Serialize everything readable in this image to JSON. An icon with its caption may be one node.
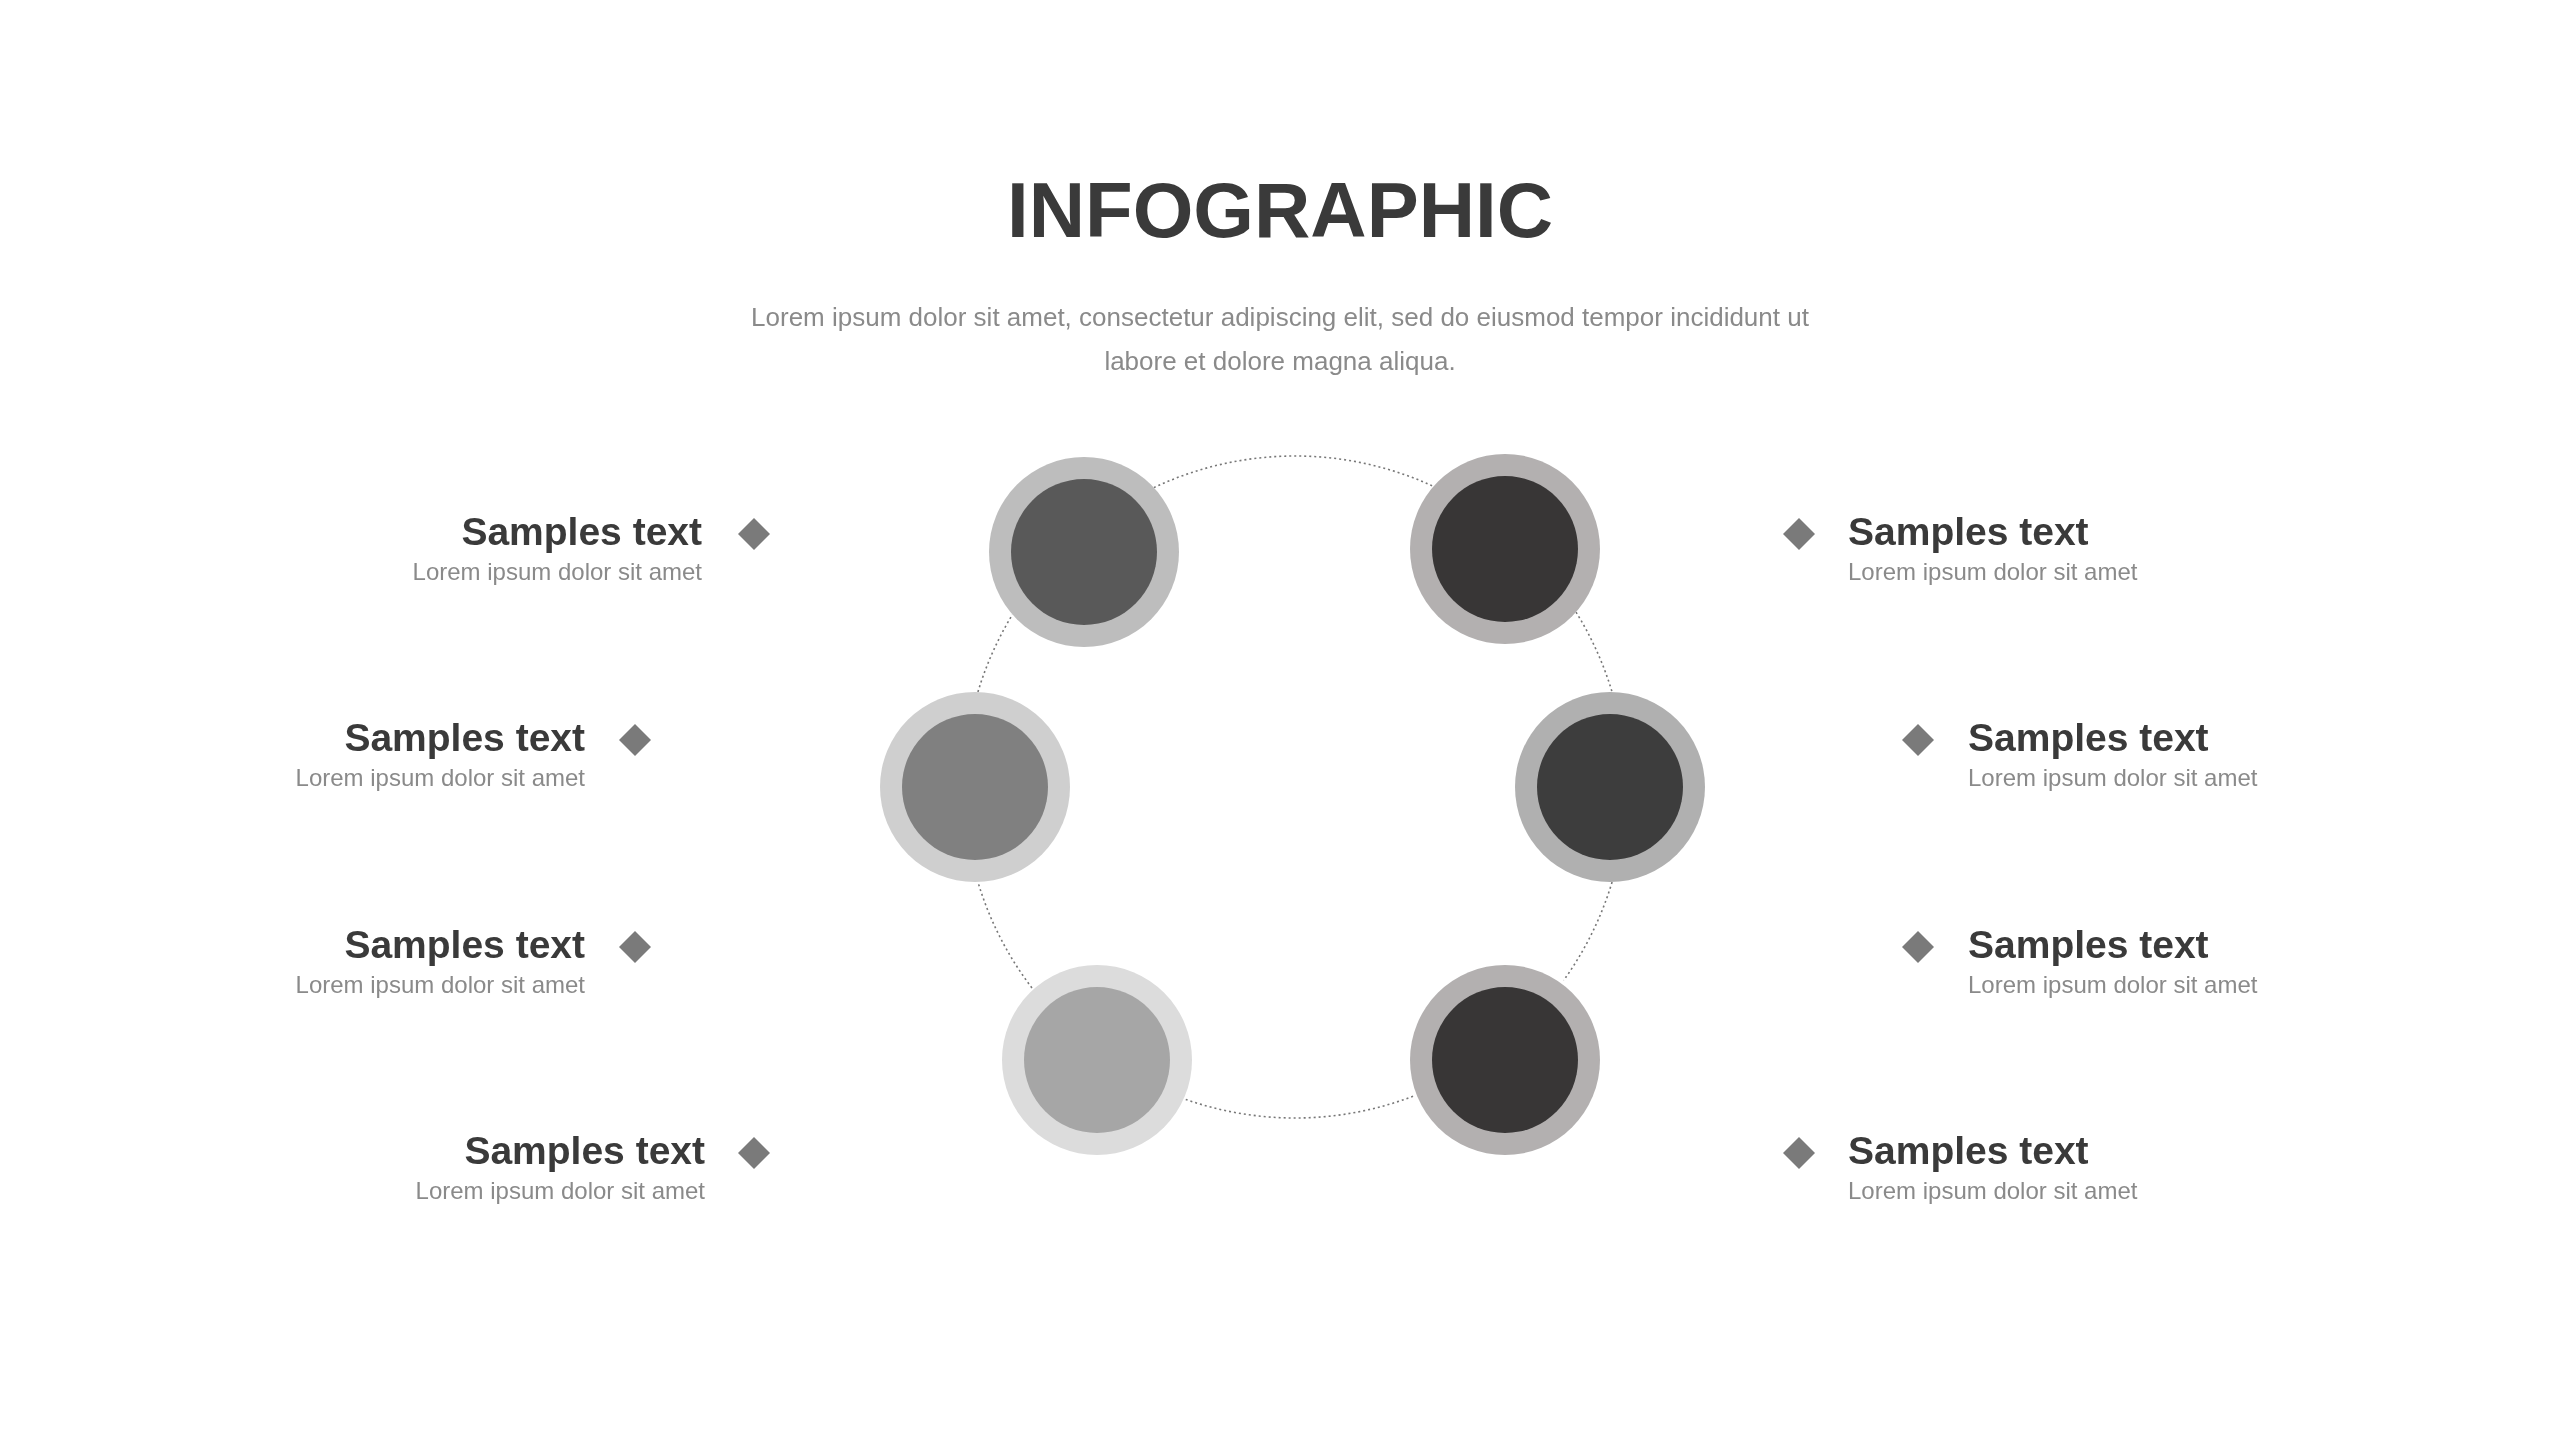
{
  "diagram": {
    "title": "INFOGRAPHIC",
    "nodes": [
      {
        "text": [],
        "shape": "circle"
      },
      {
        "text": [],
        "shape": "circle"
      },
      {
        "text": [],
        "shape": "circle"
      },
      {
        "text": [],
        "shape": "circle"
      },
      {
        "text": [],
        "shape": "circle"
      },
      {
        "text": [],
        "shape": "circle"
      }
    ],
    "edges": [
      {
        "from": 0,
        "to": 1,
        "arrow": "none",
        "style": "dashed"
      },
      {
        "from": 1,
        "to": 3,
        "arrow": "none",
        "style": "dashed"
      },
      {
        "from": 3,
        "to": 5,
        "arrow": "none",
        "style": "dashed"
      },
      {
        "from": 5,
        "to": 4,
        "arrow": "none",
        "style": "dashed"
      },
      {
        "from": 4,
        "to": 2,
        "arrow": "none",
        "style": "dashed"
      },
      {
        "from": 2,
        "to": 0,
        "arrow": "none",
        "style": "dashed"
      }
    ],
    "labels": [
      "Lorem ipsum dolor sit amet, consectetur adipiscing elit, sed do eiusmod tempor incididunt ut labore et dolore magna aliqua.",
      "Samples text",
      "Lorem ipsum dolor sit amet",
      "Samples text",
      "Lorem ipsum dolor sit amet",
      "Samples text",
      "Lorem ipsum dolor sit amet",
      "Samples text",
      "Lorem ipsum dolor sit amet",
      "Samples text",
      "Lorem ipsum dolor sit amet",
      "Samples text",
      "Lorem ipsum dolor sit amet",
      "Samples text",
      "Lorem ipsum dolor sit amet",
      "Samples text",
      "Lorem ipsum dolor sit amet"
    ]
  }
}
